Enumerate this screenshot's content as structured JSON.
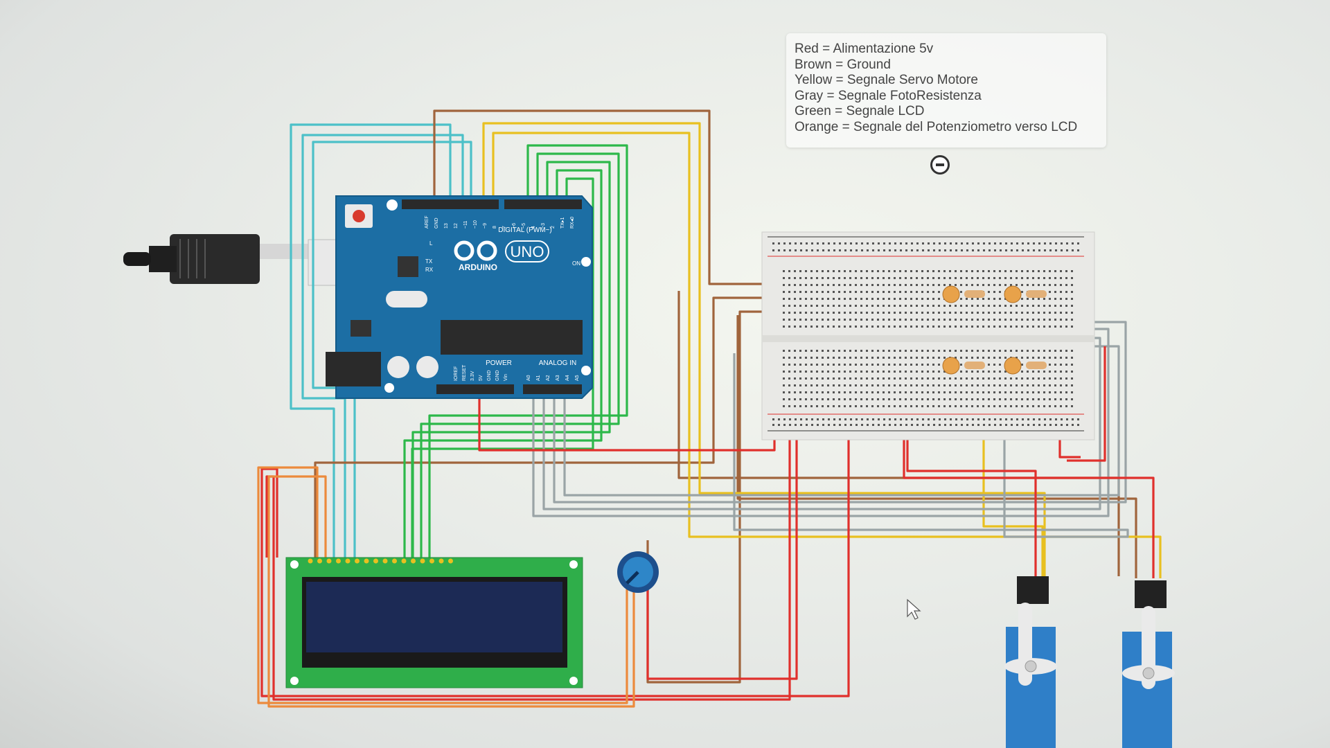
{
  "legend": {
    "lines": [
      "Red = Alimentazione 5v",
      "Brown = Ground",
      "Yellow = Segnale Servo Motore",
      "Gray = Segnale FotoResistenza",
      "Green = Segnale LCD",
      "Orange = Segnale del Potenziometro verso LCD"
    ]
  },
  "arduino": {
    "brand": "ARDUINO",
    "model": "UNO",
    "digital_label": "DIGITAL (PWM~)",
    "power_label": "POWER",
    "analog_label": "ANALOG IN",
    "on_label": "ON",
    "l_label": "L",
    "tx_label": "TX",
    "rx_label": "RX",
    "top_pin_labels": [
      "AREF",
      "GND",
      "13",
      "12",
      "~11",
      "~10",
      "~9",
      "8",
      "7",
      "~6",
      "~5",
      "4",
      "~3",
      "2",
      "TX▸1",
      "RX◂0"
    ],
    "power_pin_labels": [
      "IOREF",
      "RESET",
      "3.3V",
      "5V",
      "GND",
      "GND",
      "Vin"
    ],
    "analog_pin_labels": [
      "A0",
      "A1",
      "A2",
      "A3",
      "A4",
      "A5"
    ]
  },
  "colors": {
    "red": "#e0302c",
    "brown": "#a0643c",
    "yellow": "#e8c020",
    "gray": "#9aa4a6",
    "green": "#2db84a",
    "orange": "#ec8a3c",
    "teal": "#4cc0c8",
    "arduino_blue": "#1c6ea4",
    "lcd_green": "#2fae4a",
    "lcd_screen": "#1c2a55",
    "servo_blue": "#2f7fc8"
  },
  "icons": {
    "zoom_out": "minus-circle-icon",
    "cursor": "mouse-pointer-icon"
  }
}
